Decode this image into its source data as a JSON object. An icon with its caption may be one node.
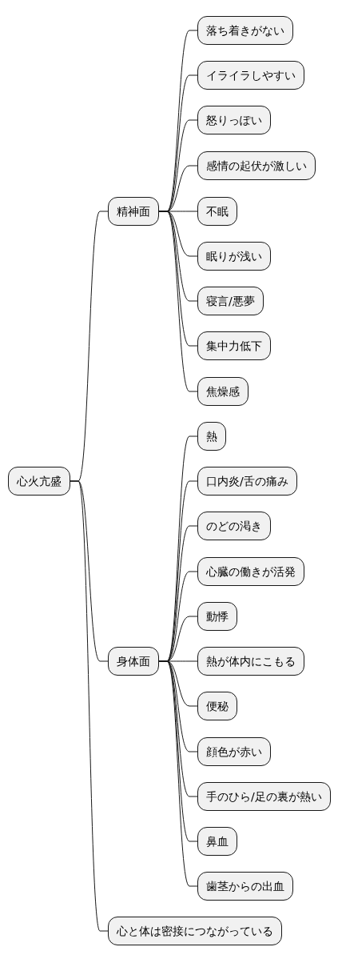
{
  "diagram": {
    "nodes": [
      {
        "text": [
          "心火亢盛"
        ]
      },
      {
        "text": [
          "精神面"
        ]
      },
      {
        "text": [
          "落ち着きがない"
        ]
      },
      {
        "text": [
          "イライラしやすい"
        ]
      },
      {
        "text": [
          "怒りっぽい"
        ]
      },
      {
        "text": [
          "感情の起伏が激しい"
        ]
      },
      {
        "text": [
          "不眠"
        ]
      },
      {
        "text": [
          "眠りが浅い"
        ]
      },
      {
        "text": [
          "寝言/悪夢"
        ]
      },
      {
        "text": [
          "集中力低下"
        ]
      },
      {
        "text": [
          "焦燥感"
        ]
      },
      {
        "text": [
          "身体面"
        ]
      },
      {
        "text": [
          "熱"
        ]
      },
      {
        "text": [
          "口内炎/舌の痛み"
        ]
      },
      {
        "text": [
          "のどの渇き"
        ]
      },
      {
        "text": [
          "心臓の働きが活発"
        ]
      },
      {
        "text": [
          "動悸"
        ]
      },
      {
        "text": [
          "熱が体内にこもる"
        ]
      },
      {
        "text": [
          "便秘"
        ]
      },
      {
        "text": [
          "顔色が赤い"
        ]
      },
      {
        "text": [
          "手のひら/足の裏が熱い"
        ]
      },
      {
        "text": [
          "鼻血"
        ]
      },
      {
        "text": [
          "歯茎からの出血"
        ]
      },
      {
        "text": [
          "心と体は密接につながっている"
        ]
      }
    ],
    "edges": [
      {
        "from": 0,
        "to": 1,
        "arrow": "none"
      },
      {
        "from": 1,
        "to": 2,
        "arrow": "none"
      },
      {
        "from": 1,
        "to": 3,
        "arrow": "none"
      },
      {
        "from": 1,
        "to": 4,
        "arrow": "none"
      },
      {
        "from": 1,
        "to": 5,
        "arrow": "none"
      },
      {
        "from": 1,
        "to": 6,
        "arrow": "none"
      },
      {
        "from": 1,
        "to": 7,
        "arrow": "none"
      },
      {
        "from": 1,
        "to": 8,
        "arrow": "none"
      },
      {
        "from": 1,
        "to": 9,
        "arrow": "none"
      },
      {
        "from": 1,
        "to": 10,
        "arrow": "none"
      },
      {
        "from": 0,
        "to": 11,
        "arrow": "none"
      },
      {
        "from": 11,
        "to": 12,
        "arrow": "none"
      },
      {
        "from": 11,
        "to": 13,
        "arrow": "none"
      },
      {
        "from": 11,
        "to": 14,
        "arrow": "none"
      },
      {
        "from": 11,
        "to": 15,
        "arrow": "none"
      },
      {
        "from": 11,
        "to": 16,
        "arrow": "none"
      },
      {
        "from": 11,
        "to": 17,
        "arrow": "none"
      },
      {
        "from": 11,
        "to": 18,
        "arrow": "none"
      },
      {
        "from": 11,
        "to": 19,
        "arrow": "none"
      },
      {
        "from": 11,
        "to": 20,
        "arrow": "none"
      },
      {
        "from": 11,
        "to": 21,
        "arrow": "none"
      },
      {
        "from": 11,
        "to": 22,
        "arrow": "none"
      },
      {
        "from": 0,
        "to": 23,
        "arrow": "none"
      }
    ]
  }
}
